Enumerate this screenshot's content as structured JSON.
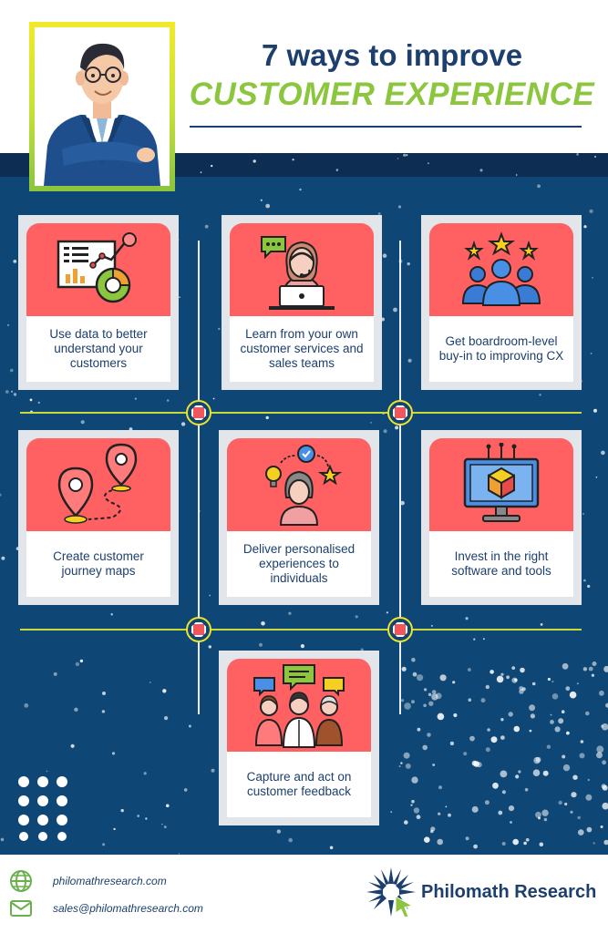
{
  "header": {
    "title_line1": "7 ways to improve",
    "title_line2": "CUSTOMER EXPERIENCE"
  },
  "cards": [
    {
      "icon": "data-dashboard-icon",
      "text": "Use data to better understand your customers"
    },
    {
      "icon": "support-agent-icon",
      "text": "Learn from your own customer services and sales teams"
    },
    {
      "icon": "team-stars-icon",
      "text": "Get boardroom-level buy-in to improving CX"
    },
    {
      "icon": "journey-map-icon",
      "text": "Create customer journey maps"
    },
    {
      "icon": "personalised-experience-icon",
      "text": "Deliver personalised experiences to individuals"
    },
    {
      "icon": "software-monitor-icon",
      "text": "Invest in the right software and tools"
    },
    {
      "icon": "feedback-people-icon",
      "text": "Capture and act on customer feedback"
    }
  ],
  "footer": {
    "website": "philomathresearch.com",
    "email": "sales@philomathresearch.com",
    "brand": "Philomath Research",
    "website_icon": "globe-icon",
    "email_icon": "envelope-icon",
    "logo_icon": "philomath-logo-icon"
  },
  "colors": {
    "navy": "#1c3f6e",
    "panel_blue": "#0e4675",
    "accent_green": "#8cc63f",
    "card_coral": "#ff6163",
    "node_yellow": "#f0e42a"
  }
}
